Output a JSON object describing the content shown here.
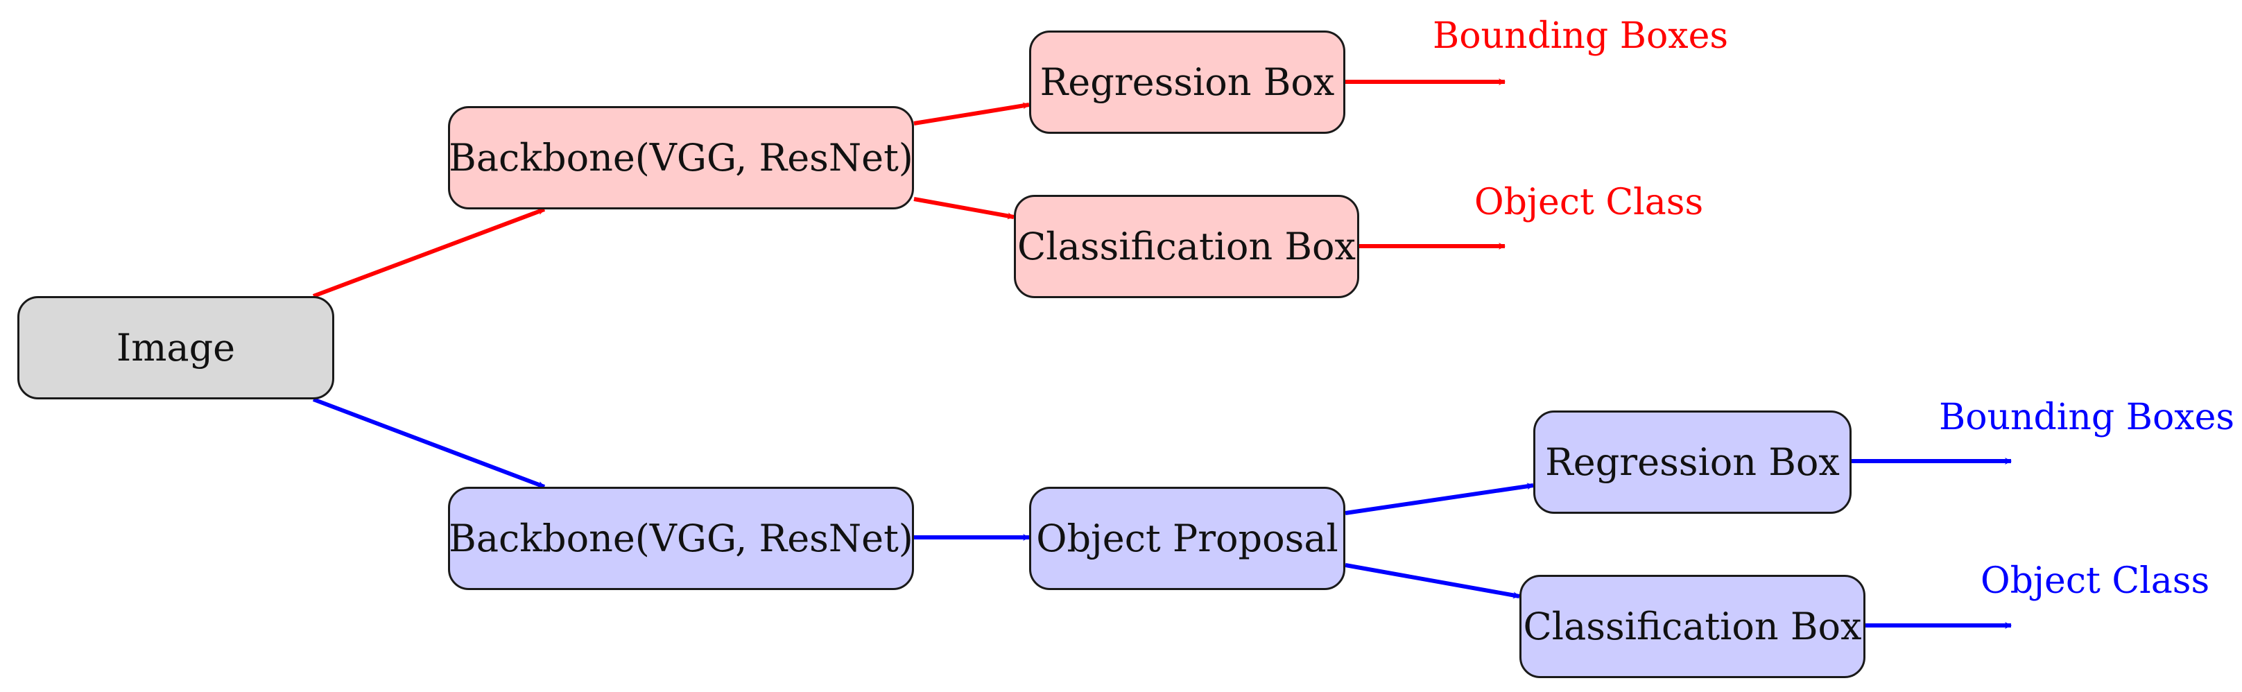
{
  "colors": {
    "top_path": "#ff0000",
    "bottom_path": "#0000ff",
    "image_fill": "#d9d9d9",
    "top_fill": "#ffcccc",
    "bottom_fill": "#ccccff"
  },
  "nodes": {
    "image": "Image",
    "top_backbone": "Backbone(VGG, ResNet)",
    "top_regression": "Regression Box",
    "top_classification": "Classification Box",
    "bottom_backbone": "Backbone(VGG, ResNet)",
    "object_proposal": "Object Proposal",
    "bottom_regression": "Regression Box",
    "bottom_classification": "Classification Box"
  },
  "outputs": {
    "top_bounding": "Bounding Boxes",
    "top_class": "Object Class",
    "bottom_bounding": "Bounding Boxes",
    "bottom_class": "Object Class"
  }
}
